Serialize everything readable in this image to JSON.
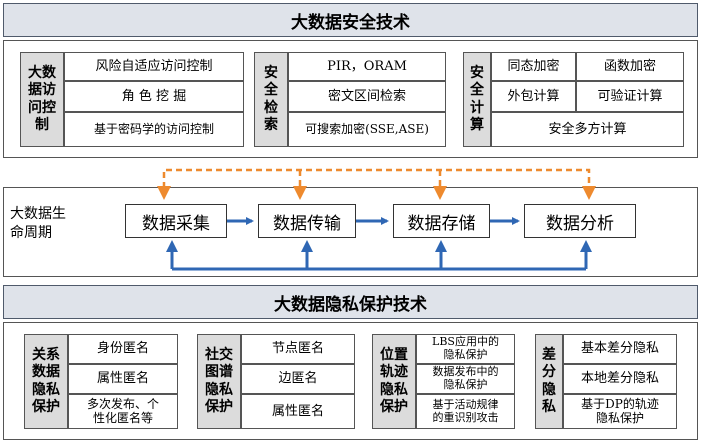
{
  "top": {
    "title": "大数据安全技术",
    "access": {
      "label": "大数\n据访\n问控\n制",
      "items": [
        "风险自适应访问控制",
        "角 色 挖 掘",
        "基于密码学的访问控制"
      ]
    },
    "search": {
      "label": "安全\n检索",
      "items": [
        "PIR，ORAM",
        "密文区间检索",
        "可搜索加密(SSE,ASE)"
      ]
    },
    "compute": {
      "label": "安\n全\n计\n算",
      "items": [
        "同态加密",
        "函数加密",
        "外包计算",
        "可验证计算",
        "安全多方计算"
      ]
    }
  },
  "lifecycle": {
    "title": "大数据生\n命周期",
    "stages": [
      "数据采集",
      "数据传输",
      "数据存储",
      "数据分析"
    ]
  },
  "bottom": {
    "title": "大数据隐私保护技术",
    "relational": {
      "label": "关系\n数据\n隐私\n保护",
      "items": [
        "身份匿名",
        "属性匿名",
        "多次发布、个\n性化匿名等"
      ]
    },
    "social": {
      "label": "社交\n图谱\n隐私\n保护",
      "items": [
        "节点匿名",
        "边匿名",
        "属性匿名"
      ]
    },
    "location": {
      "label": "位置\n轨迹\n隐私\n保护",
      "items": [
        "LBS应用中的\n隐私保护",
        "数据发布中的\n隐私保护",
        "基于活动规律\n的重识别攻击"
      ]
    },
    "dp": {
      "label": "差\n分\n隐\n私",
      "items": [
        "基本差分隐私",
        "本地差分隐私",
        "基于DP的轨迹\n隐私保护"
      ]
    }
  },
  "colors": {
    "orange": "#ee8a2e",
    "blue": "#2f67b4",
    "bar": "#dfe3ea",
    "label_bg": "#dcdcdc"
  }
}
